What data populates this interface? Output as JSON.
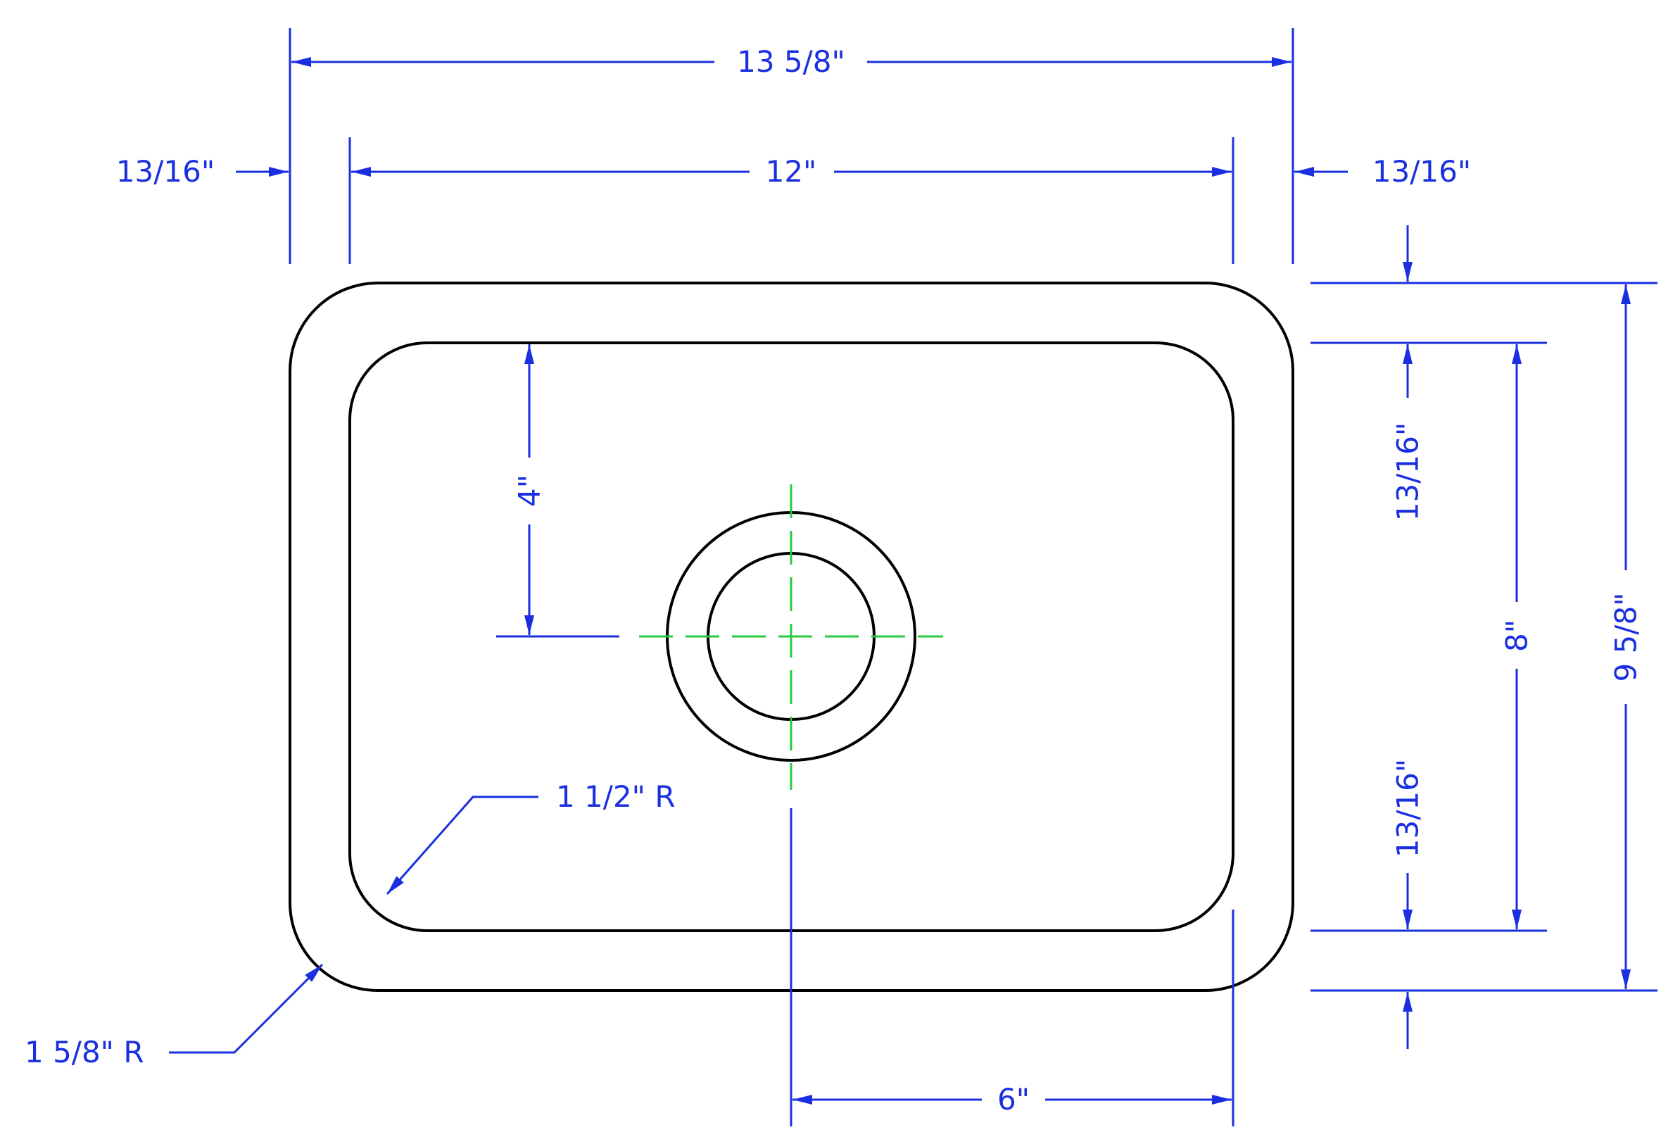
{
  "colors": {
    "dimension": "#1a2fe0",
    "outline": "#000000",
    "centerline": "#27c93f",
    "background": "#ffffff"
  },
  "dimensions": {
    "overall_width": "13 5/8\"",
    "inner_width": "12\"",
    "left_rim": "13/16\"",
    "right_rim": "13/16\"",
    "drain_from_top": "4\"",
    "inner_corner_radius": "1 1/2\" R",
    "outer_corner_radius": "1 5/8\" R",
    "drain_to_right": "6\"",
    "top_rim": "13/16\"",
    "bottom_rim": "13/16\"",
    "inner_depth": "8\"",
    "overall_depth": "9 5/8\""
  }
}
